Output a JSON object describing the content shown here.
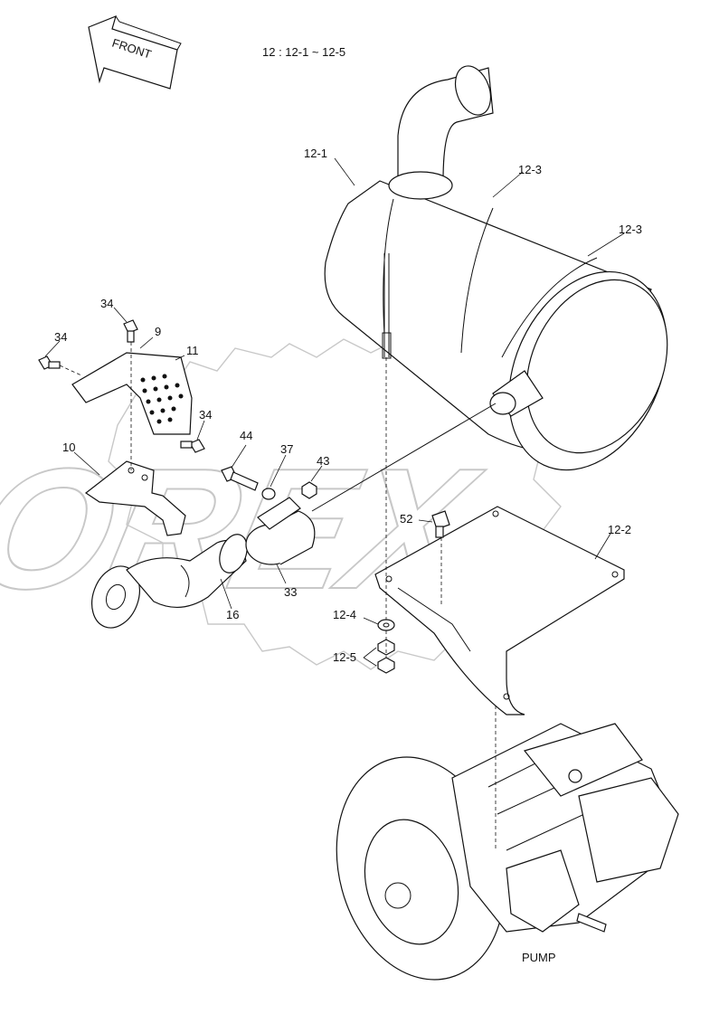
{
  "header": {
    "direction_label": "FRONT",
    "group_reference": "12 : 12-1 ~ 12-5"
  },
  "watermark": {
    "text": "OREX"
  },
  "callouts": {
    "c12_1": "12-1",
    "c12_3a": "12-3",
    "c12_3b": "12-3",
    "c12_2": "12-2",
    "c12_4": "12-4",
    "c12_5": "12-5",
    "c52": "52",
    "c34a": "34",
    "c34b": "34",
    "c34c": "34",
    "c9": "9",
    "c11": "11",
    "c10": "10",
    "c16": "16",
    "c44": "44",
    "c37": "37",
    "c43": "43",
    "c33": "33",
    "pump": "PUMP"
  }
}
